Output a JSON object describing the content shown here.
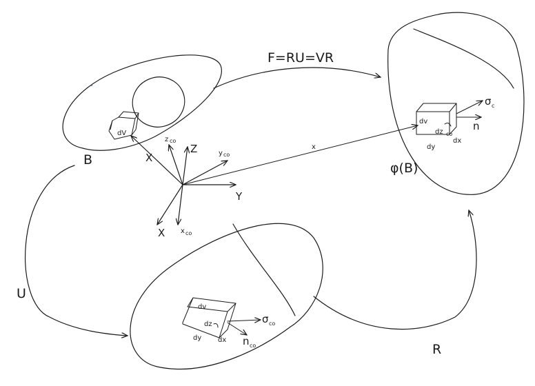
{
  "labels": {
    "map_F": "F=RU=VR",
    "map_U": "U",
    "map_R": "R",
    "body_B": "B",
    "body_phiB": "φ(B)",
    "dV_ref": "dV",
    "ref_X": "X",
    "ref_Z": "Z",
    "axis_X_lower": "X",
    "axis_Y": "Y",
    "axis_zco": "z",
    "axis_zco_sub": "co",
    "axis_yco": "y",
    "axis_yco_sub": "co",
    "axis_xco": "x",
    "axis_xco_sub": "co",
    "pos_x": "x",
    "def": {
      "dv": "dv",
      "dz": "dz",
      "dz_sub": "co",
      "dy": "dy",
      "dx": "dx",
      "sigma": "σ",
      "sigma_sub": "c",
      "n": "n"
    },
    "rot": {
      "dv": "dv",
      "dz": "dz",
      "dy": "dy",
      "dx": "dx",
      "sigma": "σ",
      "sigma_sub": "co",
      "n": "n",
      "n_sub": "co"
    }
  }
}
